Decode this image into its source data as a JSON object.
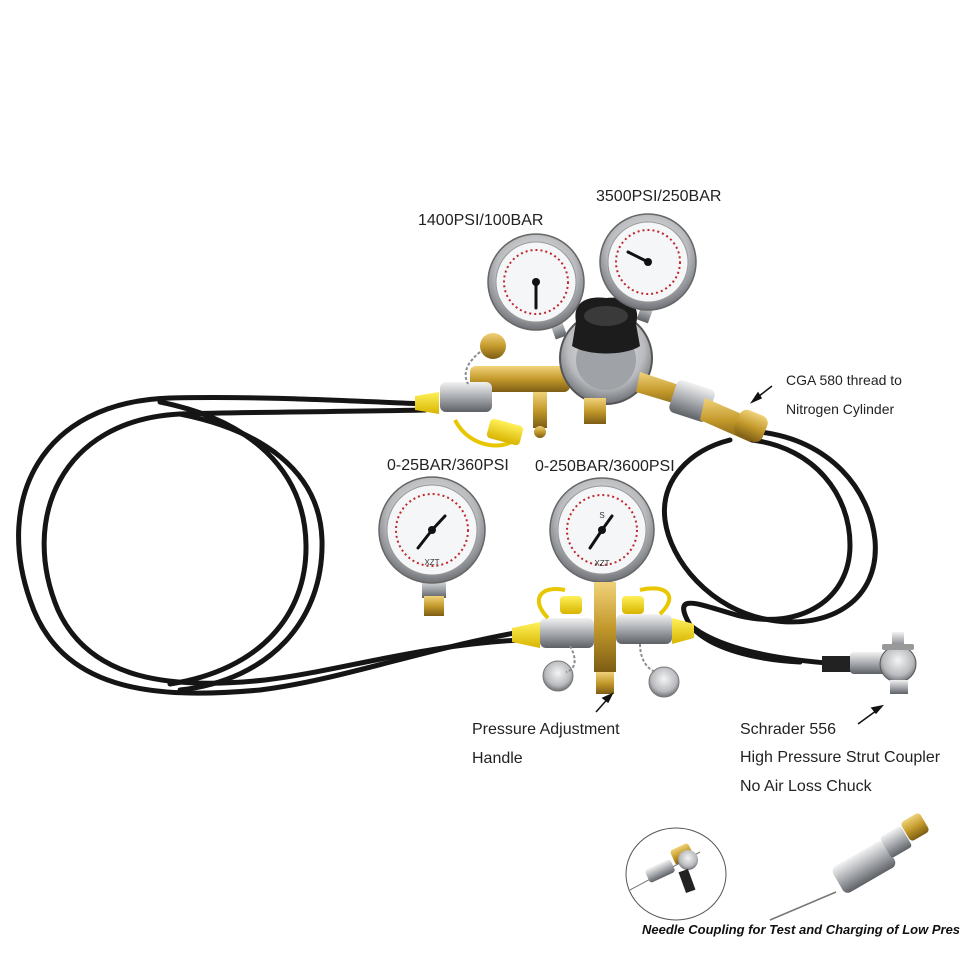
{
  "labels": {
    "gauge_1400": "1400PSI/100BAR",
    "gauge_3500": "3500PSI/250BAR",
    "cga_line1": "CGA 580  thread to",
    "cga_line2": "Nitrogen Cylinder",
    "gauge_25": "0-25BAR/360PSI",
    "gauge_250": "0-250BAR/3600PSI",
    "pressure_line1": "Pressure Adjustment",
    "pressure_line2": "Handle",
    "schrader_line1": "Schrader 556",
    "schrader_line2": "High Pressure Strut Coupler",
    "schrader_line3": "No Air Loss Chuck",
    "caption": "Needle Coupling for Test and Charging of Low Pressure"
  },
  "gauge_face_marks": {
    "brand": "XZT",
    "unit_top": "S"
  },
  "colors": {
    "hose": "#151515",
    "brass": "#c9a23a",
    "yellow_cap": "#f3d000",
    "chrome": "#c7c9cc",
    "gauge_scale": "#c0282a",
    "knob": "#1c1c1c"
  }
}
